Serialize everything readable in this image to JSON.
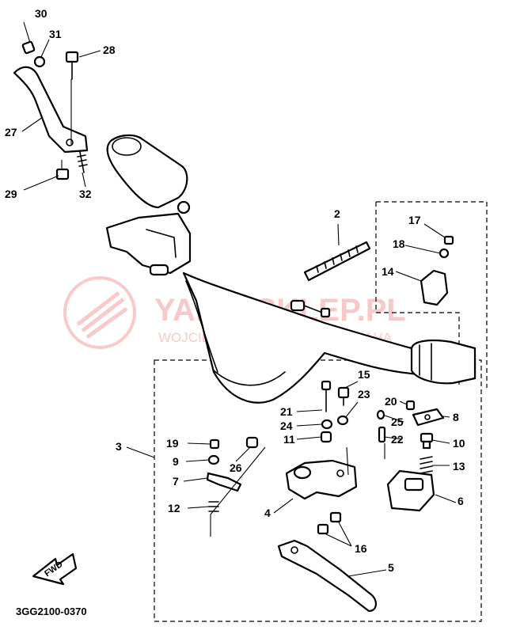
{
  "diagram": {
    "part_code": "3GG2100-0370",
    "direction_label": "FWD",
    "callouts": {
      "c1": "2",
      "c2": "3",
      "c3": "4",
      "c4": "5",
      "c5": "6",
      "c6": "7",
      "c7": "8",
      "c8": "9",
      "c9": "10",
      "c10": "11",
      "c11": "12",
      "c12": "13",
      "c13": "14",
      "c14": "15",
      "c15": "16",
      "c16": "17",
      "c17": "18",
      "c18": "19",
      "c19": "20",
      "c20": "21",
      "c21": "22",
      "c22": "23",
      "c23": "24",
      "c24": "25",
      "c25": "26",
      "c26": "27",
      "c27": "28",
      "c28": "29",
      "c29": "30",
      "c30": "31",
      "c31": "32"
    }
  },
  "watermark": {
    "brand": "YAMA-SKLEP.PL",
    "tagline": "WOJCIECHOWICZ DEALER YAMAHA",
    "accent_color": "#e86a6a"
  }
}
